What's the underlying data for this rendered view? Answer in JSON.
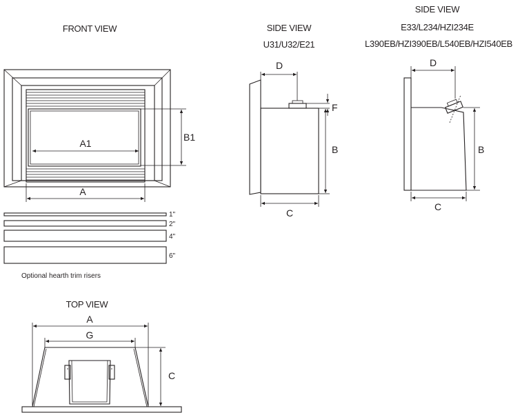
{
  "front_view": {
    "title": "FRONT VIEW",
    "dim_a1": "A1",
    "dim_b1": "B1",
    "dim_a": "A"
  },
  "risers": {
    "labels": [
      "1\"",
      "2\"",
      "4\"",
      "6\""
    ],
    "caption": "Optional hearth trim risers"
  },
  "side_view_1": {
    "title_line1": "SIDE VIEW",
    "title_line2": "U31/U32/E21",
    "dim_d": "D",
    "dim_f": "F",
    "dim_b": "B",
    "dim_c": "C"
  },
  "side_view_2": {
    "title_line1": "SIDE VIEW",
    "title_line2": "E33/L234/HZI234E",
    "title_line3": "L390EB/HZI390EB/L540EB/HZI540EB",
    "dim_d": "D",
    "dim_b": "B",
    "dim_c": "C"
  },
  "top_view": {
    "title": "TOP VIEW",
    "dim_a": "A",
    "dim_g": "G",
    "dim_c": "C"
  }
}
